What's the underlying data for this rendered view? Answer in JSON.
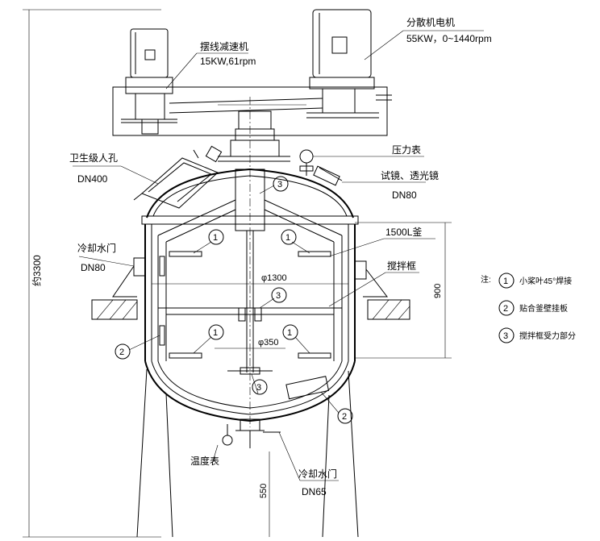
{
  "labels": {
    "motor_reducer": "摆线减速机",
    "motor_reducer_spec": "15KW,61rpm",
    "disperser_motor": "分散机电机",
    "disperser_motor_spec": "55KW，0~1440rpm",
    "manhole": "卫生级人孔",
    "manhole_dn": "DN400",
    "pressure_gauge": "压力表",
    "sight_glass": "试镜、透光镜",
    "sight_glass_dn": "DN80",
    "vessel_volume": "1500L釜",
    "cooling_water_in": "冷却水门",
    "cooling_water_in_dn": "DN80",
    "stirring_frame": "搅拌框",
    "diameter_1300": "φ1300",
    "diameter_350": "φ350",
    "temperature_gauge": "温度表",
    "cooling_water_out": "冷却水门",
    "cooling_water_out_dn": "DN65",
    "dim_total_height": "约3300",
    "dim_900": "900",
    "dim_550": "550"
  },
  "notes": {
    "prefix": "注:",
    "items": [
      {
        "num": "1",
        "text": "小桨叶45°焊接"
      },
      {
        "num": "2",
        "text": "贴合釜壁挂板"
      },
      {
        "num": "3",
        "text": "搅拌框受力部分"
      }
    ]
  },
  "callouts": [
    "1",
    "1",
    "1",
    "1",
    "2",
    "2",
    "3",
    "3",
    "3"
  ]
}
